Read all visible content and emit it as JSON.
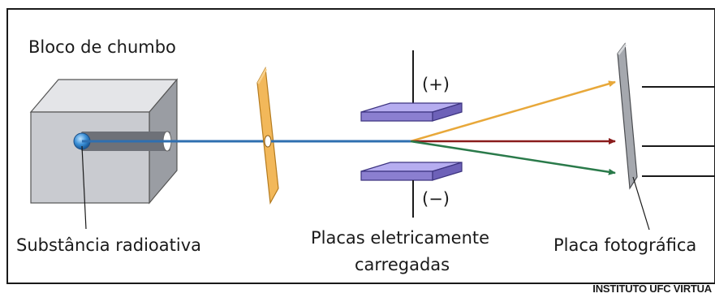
{
  "labels": {
    "lead_block": "Bloco de chumbo",
    "radioactive_substance": "Substância radioativa",
    "charged_plates_line1": "Placas eletricamente",
    "charged_plates_line2": "carregadas",
    "photographic_plate": "Placa fotográfica",
    "plus_sign": "(+)",
    "minus_sign": "(−)"
  },
  "credit": "INSTITUTO UFC VIRTUA",
  "colors": {
    "beam": "#2f6fb0",
    "ray_alpha": "#e8a83a",
    "ray_gamma": "#8a1c1c",
    "ray_beta": "#2a7a4a",
    "plates": "#8b7fd0",
    "shield": "#f2b85a",
    "lead_block": "#c9cbd0"
  }
}
